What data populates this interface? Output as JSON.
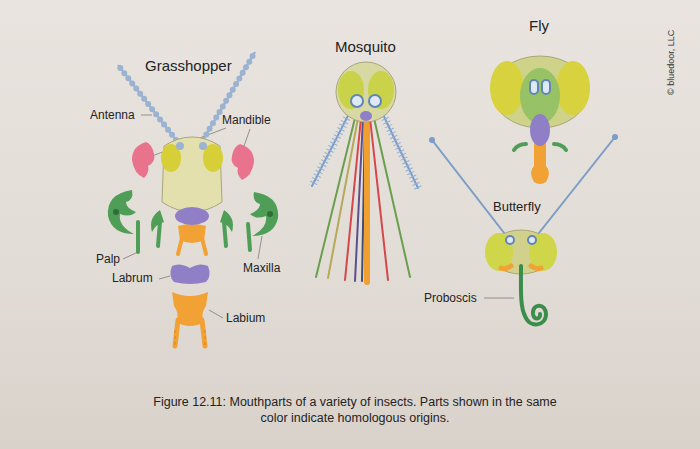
{
  "diagram": {
    "caption": "Figure 12.11: Mouthparts of a variety of insects. Parts shown in the same color indicate homologous origins.",
    "labels": [
      "Grasshopper",
      "Antenna",
      "Mandible",
      "Palp",
      "Labrum",
      "Maxilla",
      "Labium",
      "Mosquito",
      "Fly",
      "Butterfly",
      "Proboscis",
      "© bluedoor, LLC"
    ]
  }
}
